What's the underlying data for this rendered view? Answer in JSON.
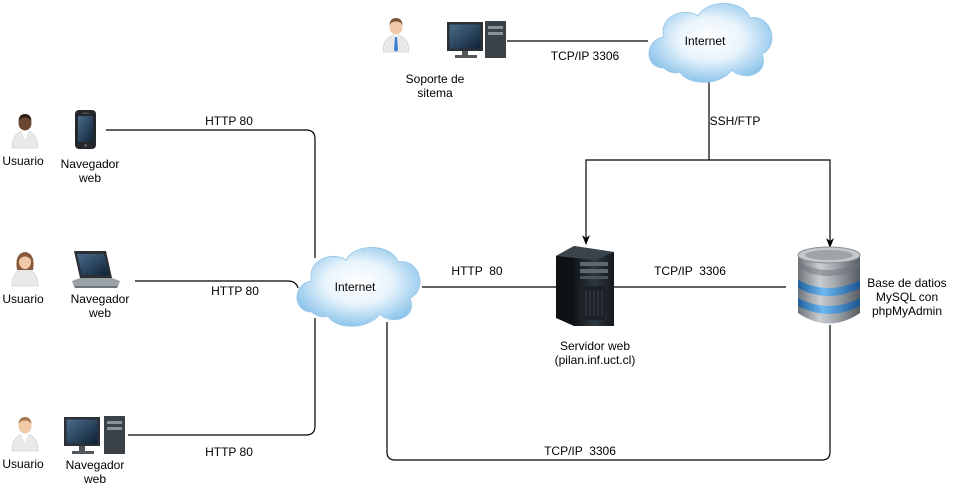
{
  "diagram": {
    "internet_left": "Internet",
    "internet_top": "Internet",
    "support": {
      "line1": "Soporte de",
      "line2": "sitema"
    },
    "users": [
      {
        "user": "Usuario",
        "client_line1": "Navegador",
        "client_line2": "web",
        "link": "HTTP 80"
      },
      {
        "user": "Usuario",
        "client_line1": "Navegador",
        "client_line2": "web",
        "link": "HTTP 80"
      },
      {
        "user": "Usuario",
        "client_line1": "Navegador",
        "client_line2": "web",
        "link": "HTTP 80"
      }
    ],
    "server": {
      "line1": "Servidor web",
      "line2": "(pilan.inf.uct.cl)"
    },
    "database": {
      "line1": "Base de datios",
      "line2": "MySQL con",
      "line3": "phpMyAdmin"
    },
    "links": {
      "support_internet": "TCP/IP 3306",
      "internet_ssh": "SSH/FTP",
      "internet_server": "HTTP  80",
      "server_db": "TCP/IP  3306",
      "internet_db_bottom": "TCP/IP  3306"
    },
    "colors": {
      "cloud_light": "#e8f4fc",
      "cloud_dark": "#7fbde8",
      "db_blue": "#3a8fd8",
      "server_dark": "#1f262c",
      "line": "#000000"
    }
  }
}
